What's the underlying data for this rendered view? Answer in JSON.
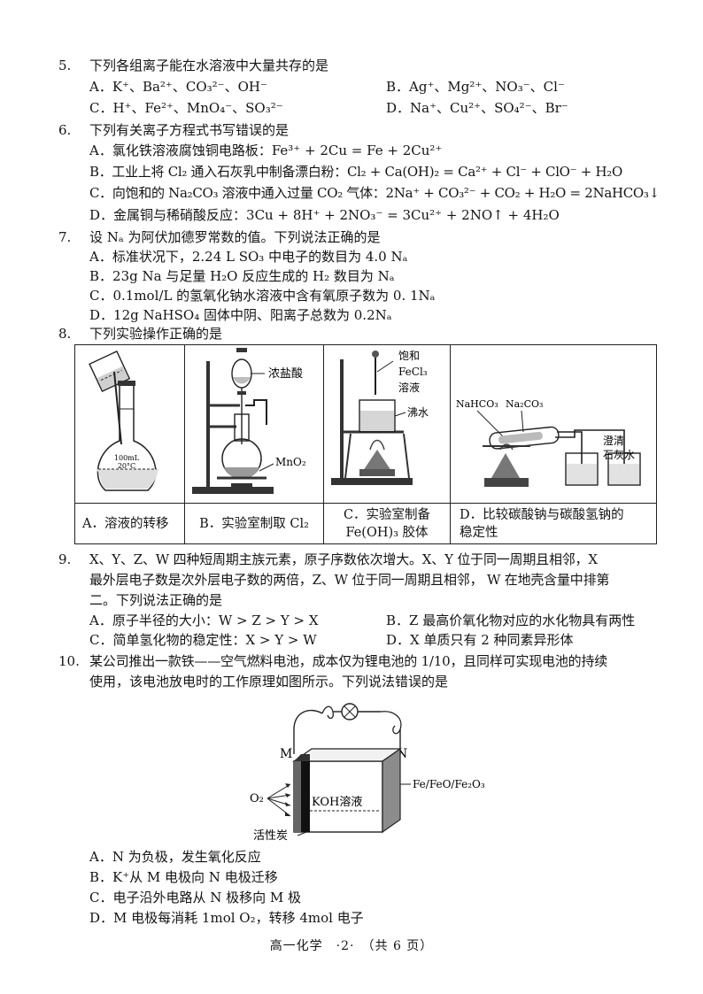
{
  "q5": {
    "num": "5.",
    "stem": "下列各组离子能在水溶液中大量共存的是",
    "A": "A．K⁺、Ba²⁺、CO₃²⁻、OH⁻",
    "B": "B．Ag⁺、Mg²⁺、NO₃⁻、Cl⁻",
    "C": "C．H⁺、Fe²⁺、MnO₄⁻、SO₃²⁻",
    "D": "D．Na⁺、Cu²⁺、SO₄²⁻、Br⁻"
  },
  "q6": {
    "num": "6.",
    "stem": "下列有关离子方程式书写错误的是",
    "A": "A．氯化铁溶液腐蚀铜电路板：Fe³⁺ + 2Cu = Fe + 2Cu²⁺",
    "B": "B．工业上将 Cl₂ 通入石灰乳中制备漂白粉：Cl₂ + Ca(OH)₂ = Ca²⁺ + Cl⁻ + ClO⁻ + H₂O",
    "C": "C．向饱和的 Na₂CO₃ 溶液中通入过量 CO₂ 气体：2Na⁺ + CO₃²⁻ + CO₂ + H₂O = 2NaHCO₃↓",
    "D": "D．金属铜与稀硝酸反应：3Cu + 8H⁺ + 2NO₃⁻ = 3Cu²⁺ + 2NO↑ + 4H₂O"
  },
  "q7": {
    "num": "7.",
    "stem": "设 Nₐ 为阿伏加德罗常数的值。下列说法正确的是",
    "A": "A．标准状况下，2.24 L SO₃ 中电子的数目为 4.0 Nₐ",
    "B": "B．23g Na 与足量 H₂O 反应生成的 H₂ 数目为 Nₐ",
    "C": "C．0.1mol/L 的氢氧化钠水溶液中含有氧原子数为 0. 1Nₐ",
    "D": "D．12g NaHSO₄ 固体中阴、阳离子总数为 0.2Nₐ"
  },
  "q8": {
    "num": "8.",
    "stem": "下列实验操作正确的是",
    "fig_a": {
      "flask_label_1": "100mL",
      "flask_label_2": "20°C"
    },
    "fig_b": {
      "label_acid": "浓盐酸",
      "label_mno2": "MnO₂"
    },
    "fig_c": {
      "label_1": "饱和",
      "label_2": "FeCl₃",
      "label_3": "溶液",
      "label_water": "沸水"
    },
    "fig_d": {
      "label_nahco3": "NaHCO₃",
      "label_na2co3": "Na₂CO₃",
      "label_lime_1": "澄清",
      "label_lime_2": "石灰水"
    },
    "captions": {
      "A": "A．溶液的转移",
      "B": "B．实验室制取 Cl₂",
      "C1": "C．实验室制备",
      "C2": "Fe(OH)₃ 胶体",
      "D1": "D．比较碳酸钠与碳酸氢钠的",
      "D2": "稳定性"
    }
  },
  "q9": {
    "num": "9.",
    "stem1": "X、Y、Z、W 四种短周期主族元素，原子序数依次增大。X、Y 位于同一周期且相邻，X",
    "stem2": "最外层电子数是次外层电子数的两倍，Z、W 位于同一周期且相邻， W 在地壳含量中排第",
    "stem3": "二。下列说法正确的是",
    "A": "A．原子半径的大小：W > Z > Y > X",
    "B": "B．Z 最高价氧化物对应的水化物具有两性",
    "C": "C．简单氢化物的稳定性：X > Y > W",
    "D": "D．X 单质只有 2 种同素异形体"
  },
  "q10": {
    "num": "10.",
    "stem1": "某公司推出一款铁——空气燃料电池，成本仅为锂电池的 1/10，且同样可实现电池的持续",
    "stem2": "使用，该电池放电时的工作原理如图所示。下列说法错误的是",
    "fig": {
      "M": "M",
      "N": "N",
      "O2": "O₂",
      "koh": "KOH溶液",
      "right": "Fe/FeO/Fe₂O₃",
      "carbon": "活性炭"
    },
    "A": "A．N 为负极，发生氧化反应",
    "B": "B．K⁺从 M 电极向 N 电极迁移",
    "C": "C．电子沿外电路从 N 极移向 M 极",
    "D": "D．M 电极每消耗 1mol O₂，转移 4mol 电子"
  },
  "footer": "高一化学　·2·　（共 6 页）"
}
